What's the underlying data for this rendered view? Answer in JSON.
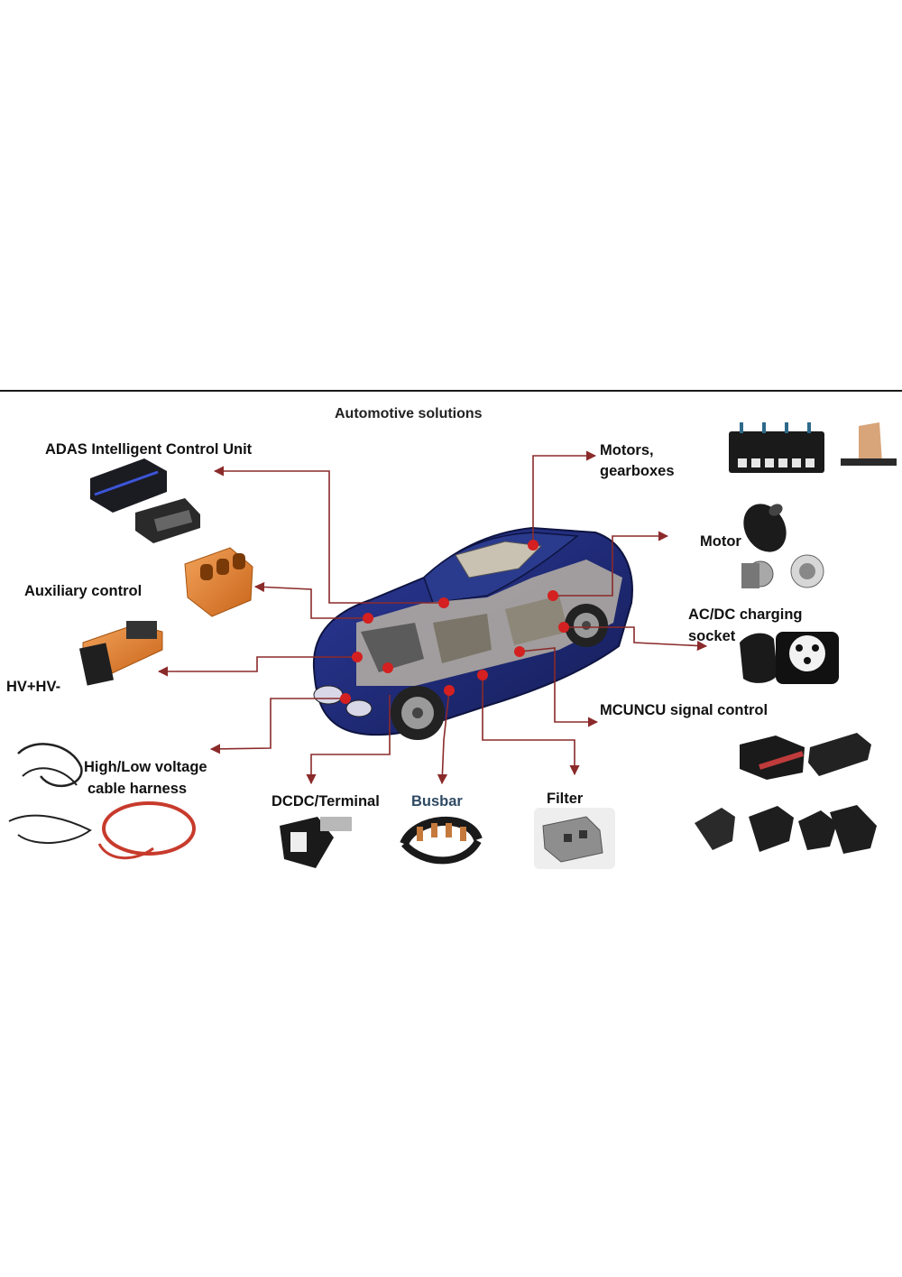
{
  "title": "Automotive solutions",
  "labels": {
    "adas": "ADAS Intelligent Control Unit",
    "auxiliary": "Auxiliary control",
    "hv": "HV+HV-",
    "harness_1": "High/Low voltage",
    "harness_2": "cable harness",
    "dcdc": "DCDC/Terminal",
    "busbar": "Busbar",
    "filter": "Filter",
    "mcu": "MCUNCU signal control",
    "acdc_1": "AC/DC charging",
    "acdc_2": "socket",
    "motor": "Motor",
    "motors_1": "Motors,",
    "motors_2": "gearboxes"
  },
  "colors": {
    "arrow": "#8b2a2a",
    "dot": "#d42020",
    "car_body": "#1f2a7a",
    "connector_orange": "#e0812a",
    "busbar_text": "#2f4a63"
  }
}
